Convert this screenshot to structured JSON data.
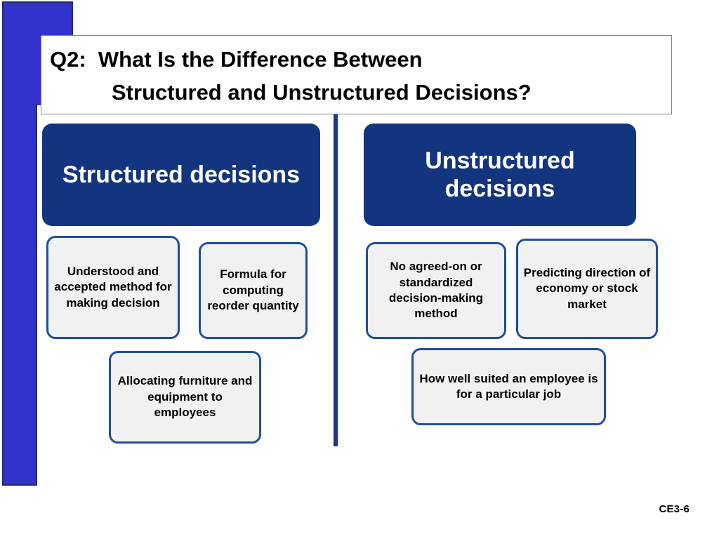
{
  "slide": {
    "title": {
      "line1": "Q2:  What Is the Difference Between",
      "line2": "Structured and Unstructured Decisions?"
    },
    "footer_code": "CE3-6",
    "colors": {
      "deco_bar_fill": "#3333cc",
      "deco_bar_border": "#1f2a6e",
      "header_pill_fill": "#13357f",
      "header_pill_text": "#ffffff",
      "item_box_fill": "#f1f1f1",
      "item_box_border": "#1f4e9c",
      "divider": "#17388c",
      "title_border": "#808080",
      "body_text": "#000000"
    },
    "columns": [
      {
        "id": "structured",
        "header": "Structured decisions",
        "items": [
          {
            "id": "understood",
            "text": "Understood and accepted method for making decision"
          },
          {
            "id": "formula",
            "text": "Formula for computing reorder quantity"
          },
          {
            "id": "allocating",
            "text": "Allocating furniture and equipment to employees"
          }
        ]
      },
      {
        "id": "unstructured",
        "header": "Unstructured decisions",
        "items": [
          {
            "id": "no-agreed-on",
            "text": "No agreed-on or standardized decision-making method"
          },
          {
            "id": "predicting",
            "text": "Predicting direction of economy or stock market"
          },
          {
            "id": "how-well-suited",
            "text": "How well suited an employee is for a particular job"
          }
        ]
      }
    ]
  }
}
